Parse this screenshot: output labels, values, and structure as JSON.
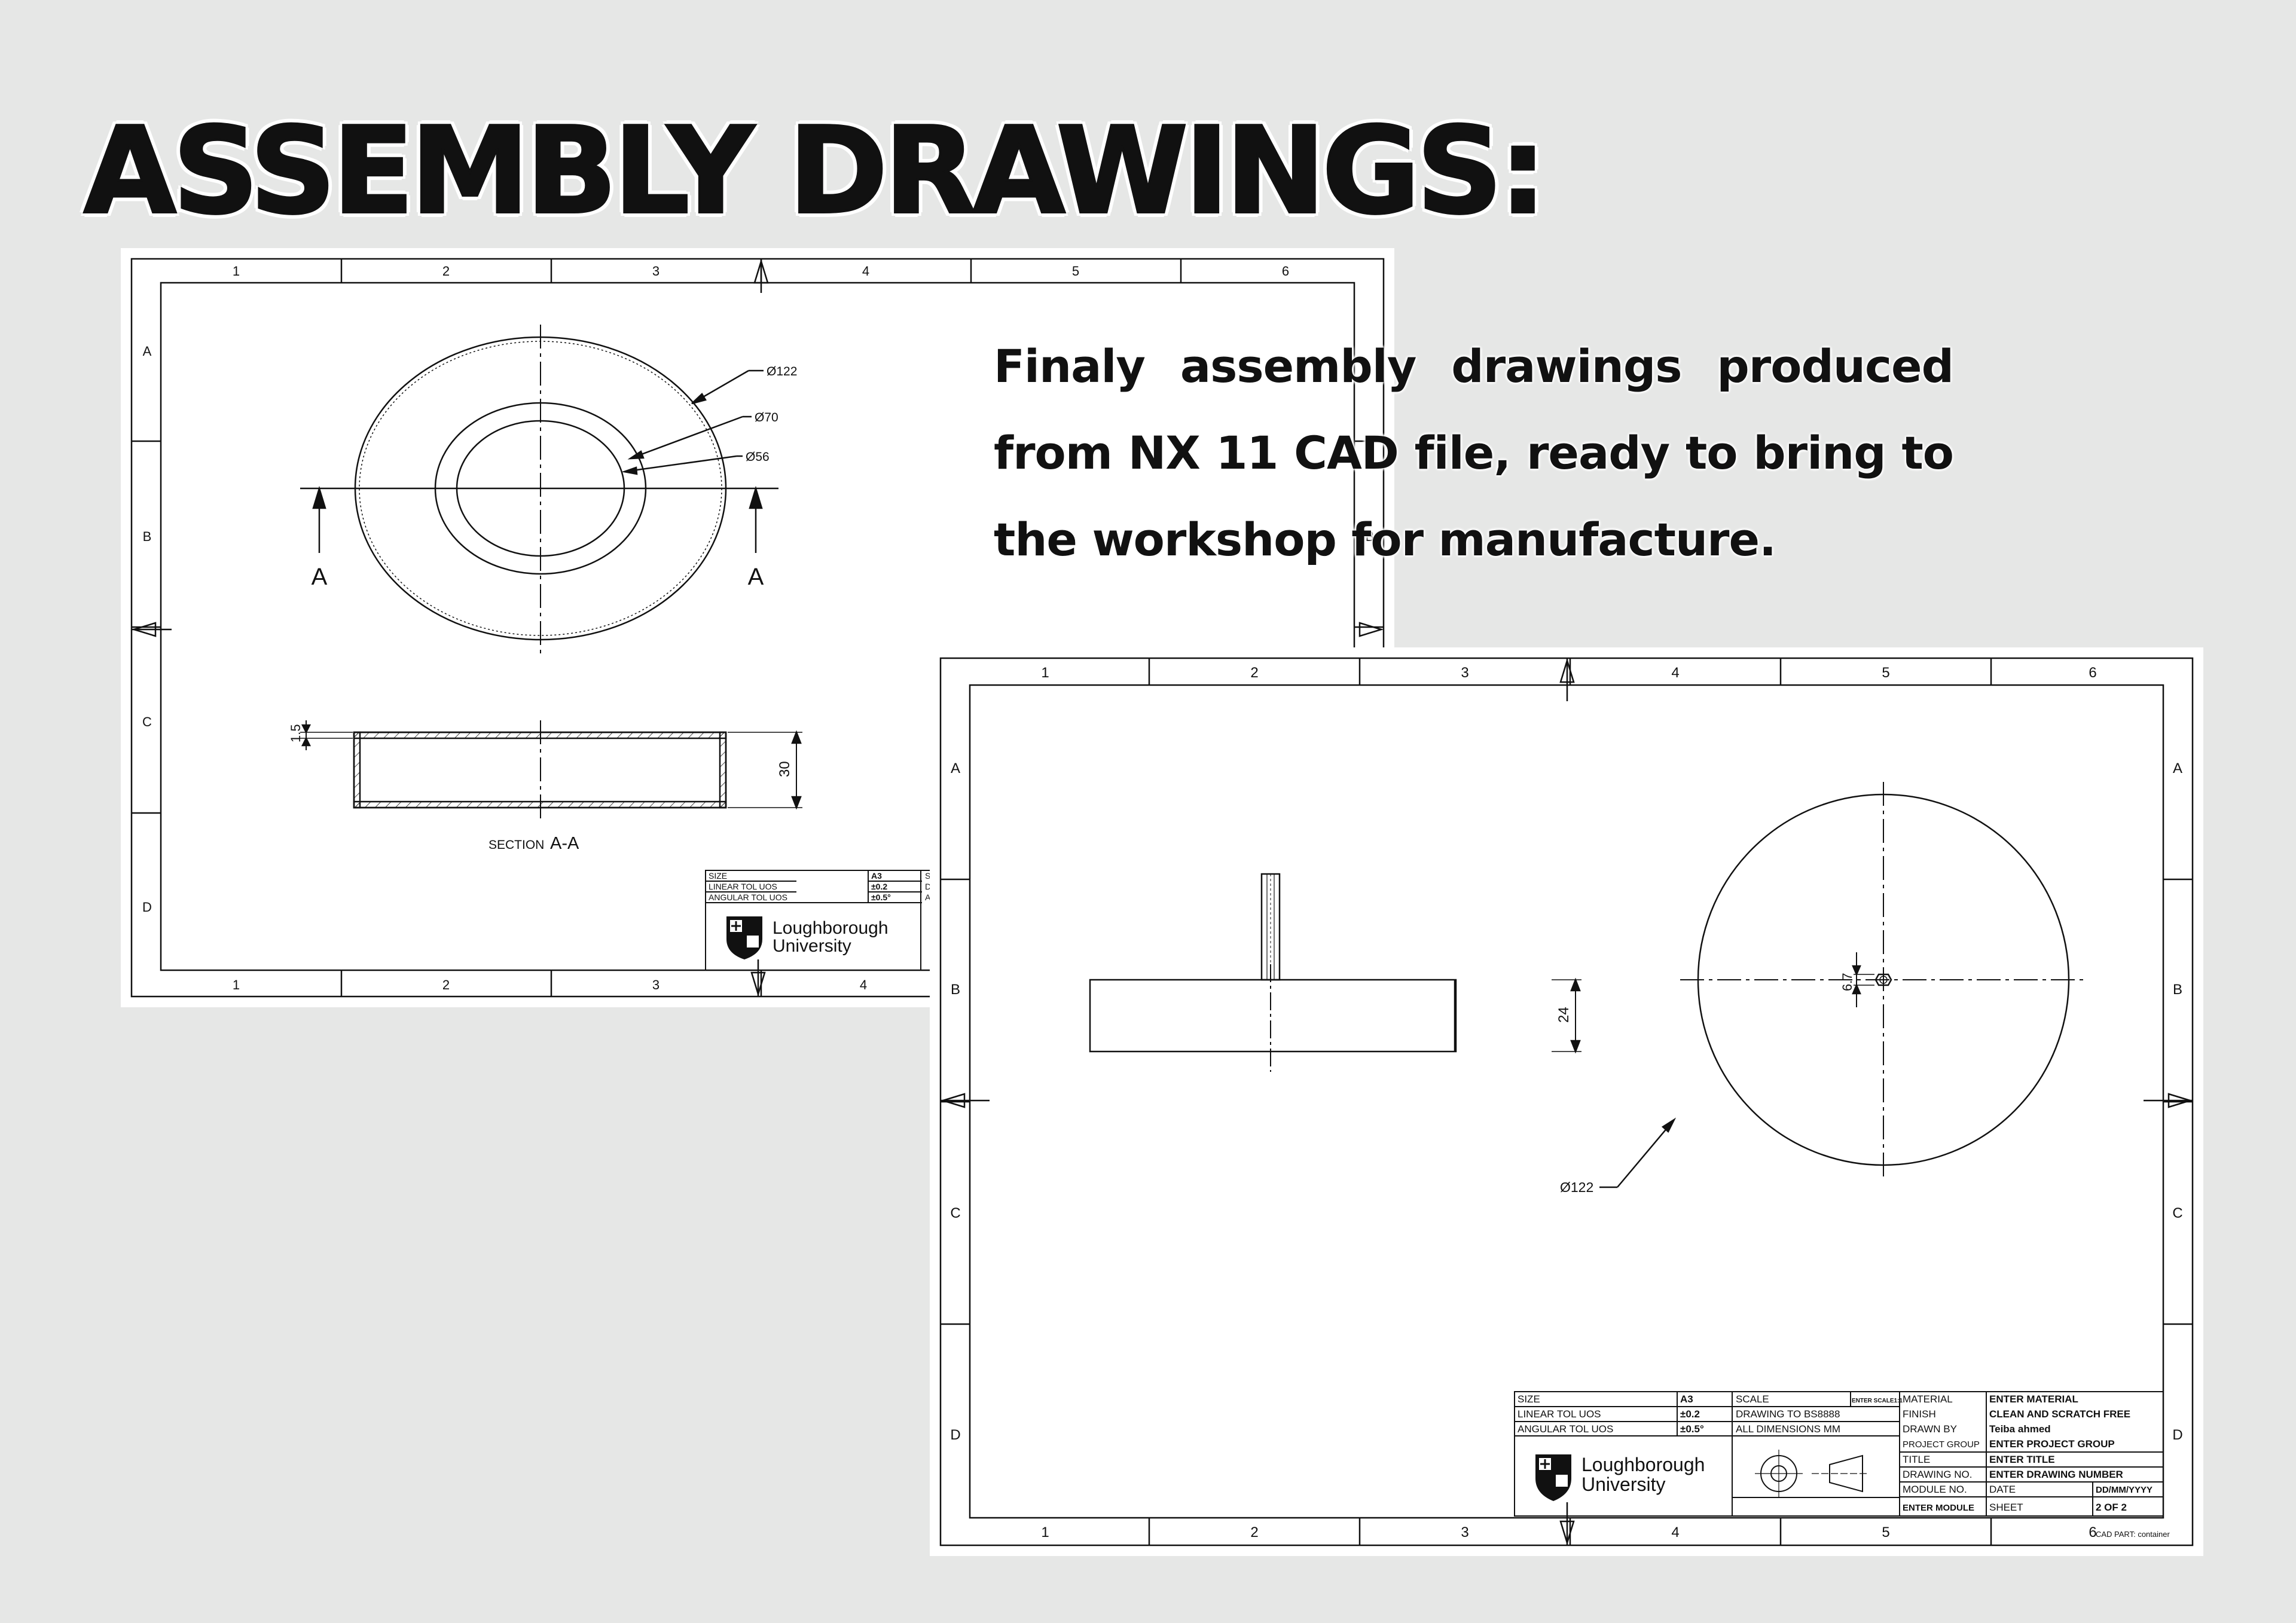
{
  "page": {
    "title": "ASSEMBLY DRAWINGS:",
    "description": "Finaly assembly drawings produced from NX 11 CAD file, ready to bring to the workshop for manufacture."
  },
  "colors": {
    "background": "#e6e7e6",
    "sheet": "#ffffff",
    "ink": "#111111"
  },
  "drawing1": {
    "zone_columns": [
      "1",
      "2",
      "3",
      "4",
      "5",
      "6"
    ],
    "zone_rows": [
      "A",
      "B",
      "C",
      "D"
    ],
    "dims": {
      "d122": "Ø122",
      "d70": "Ø70",
      "d56": "Ø56",
      "t15": "1.5",
      "h30": "30"
    },
    "section_label_a": "A",
    "section_title_prefix": "SECTION",
    "section_title": "A-A",
    "title_block": {
      "size_label": "SIZE",
      "size_value": "A3",
      "scale_label": "SC",
      "linear_label": "LINEAR TOL UOS",
      "linear_value": "±0.2",
      "drawing_prefix": "DF",
      "angular_label": "ANGULAR TOL UOS",
      "angular_value": "±0.5°",
      "all_prefix": "AL",
      "logo_line1": "Loughborough",
      "logo_line2": "University"
    }
  },
  "drawing2": {
    "zone_columns": [
      "1",
      "2",
      "3",
      "4",
      "5",
      "6"
    ],
    "zone_rows": [
      "A",
      "B",
      "C",
      "D"
    ],
    "dims": {
      "h24": "24",
      "d67": "6.7",
      "d122": "Ø122"
    },
    "title_block": {
      "size_label": "SIZE",
      "size_value": "A3",
      "scale_label": "SCALE",
      "scale_value": "ENTER SCALE1:1",
      "material_label": "MATERIAL",
      "material_value": "ENTER MATERIAL",
      "linear_label": "LINEAR TOL UOS",
      "linear_value": "±0.2",
      "drawing_to": "DRAWING TO BS8888",
      "finish_label": "FINISH",
      "finish_value": "CLEAN AND SCRATCH FREE",
      "angular_label": "ANGULAR TOL UOS",
      "angular_value": "±0.5°",
      "all_dims": "ALL DIMENSIONS MM",
      "drawn_label": "DRAWN BY",
      "drawn_value": "Teiba ahmed",
      "project_label": "PROJECT GROUP",
      "project_value": "ENTER PROJECT GROUP",
      "title_label": "TITLE",
      "title_value": "ENTER TITLE",
      "drawing_no_label": "DRAWING NO.",
      "drawing_no_value": "ENTER DRAWING NUMBER",
      "module_no_label": "MODULE NO.",
      "date_label": "DATE",
      "date_value": "DD/MM/YYYY",
      "enter_module": "ENTER MODULE",
      "sheet_label": "SHEET",
      "sheet_value": "2 OF 2",
      "logo_line1": "Loughborough",
      "logo_line2": "University",
      "cad_part": "CAD PART: container"
    }
  }
}
